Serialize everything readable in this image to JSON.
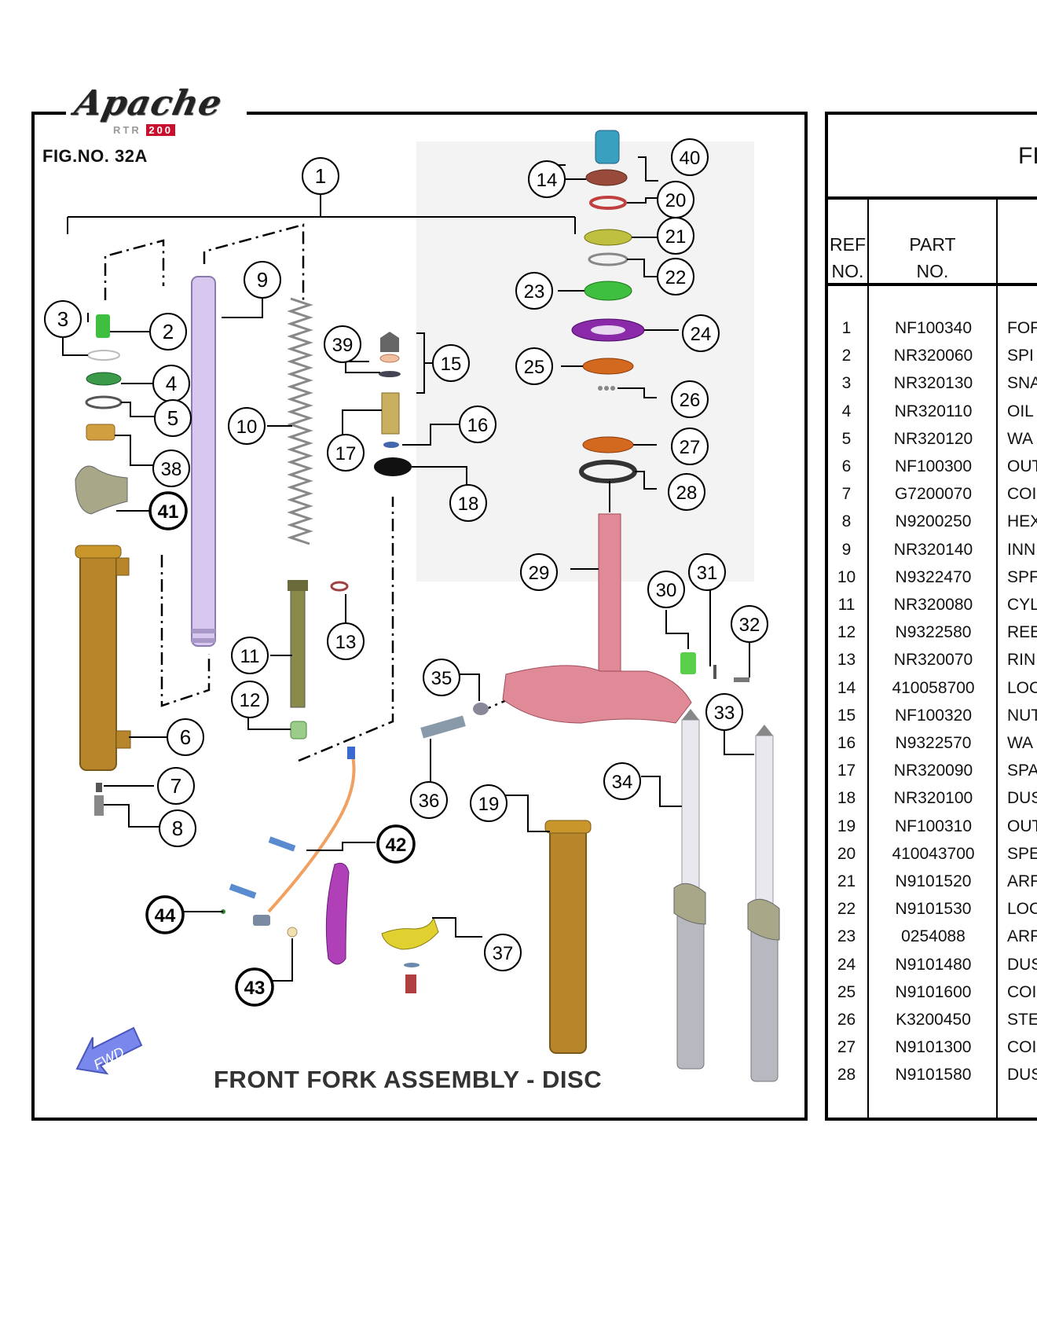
{
  "logo": {
    "brand": "Apache",
    "model": "RTR",
    "model_badge": "200"
  },
  "figure": {
    "number": "FIG.NO. 32A",
    "caption": "FRONT FORK ASSEMBLY - DISC",
    "fwd_label": "FWD",
    "callouts": [
      "1",
      "2",
      "3",
      "4",
      "5",
      "6",
      "7",
      "8",
      "9",
      "10",
      "11",
      "12",
      "13",
      "14",
      "15",
      "16",
      "17",
      "18",
      "19",
      "20",
      "21",
      "22",
      "23",
      "24",
      "25",
      "26",
      "27",
      "28",
      "29",
      "30",
      "31",
      "32",
      "33",
      "34",
      "35",
      "36",
      "37",
      "38",
      "39",
      "40",
      "41",
      "42",
      "43",
      "44"
    ]
  },
  "table": {
    "title": "FI",
    "headers": {
      "ref_line1": "REF",
      "ref_line2": "NO.",
      "part_line1": "PART",
      "part_line2": "NO."
    },
    "rows": [
      {
        "ref": "1",
        "part": "NF100340",
        "desc": "FOF"
      },
      {
        "ref": "2",
        "part": "NR320060",
        "desc": "SPI"
      },
      {
        "ref": "3",
        "part": "NR320130",
        "desc": "SNA"
      },
      {
        "ref": "4",
        "part": "NR320110",
        "desc": "OIL"
      },
      {
        "ref": "5",
        "part": "NR320120",
        "desc": "WA"
      },
      {
        "ref": "6",
        "part": "NF100300",
        "desc": "OUT"
      },
      {
        "ref": "7",
        "part": "G7200070",
        "desc": "COI"
      },
      {
        "ref": "8",
        "part": "N9200250",
        "desc": "HEX"
      },
      {
        "ref": "9",
        "part": "NR320140",
        "desc": "INN"
      },
      {
        "ref": "10",
        "part": "N9322470",
        "desc": "SPF"
      },
      {
        "ref": "11",
        "part": "NR320080",
        "desc": "CYL"
      },
      {
        "ref": "12",
        "part": "N9322580",
        "desc": "REE"
      },
      {
        "ref": "13",
        "part": "NR320070",
        "desc": "RIN"
      },
      {
        "ref": "14",
        "part": "410058700",
        "desc": "LOC"
      },
      {
        "ref": "15",
        "part": "NF100320",
        "desc": "NUT"
      },
      {
        "ref": "16",
        "part": "N9322570",
        "desc": "WA"
      },
      {
        "ref": "17",
        "part": "NR320090",
        "desc": "SPA"
      },
      {
        "ref": "18",
        "part": "NR320100",
        "desc": "DUS"
      },
      {
        "ref": "19",
        "part": "NF100310",
        "desc": "OUT"
      },
      {
        "ref": "20",
        "part": "410043700",
        "desc": "SPE"
      },
      {
        "ref": "21",
        "part": "N9101520",
        "desc": "ARF"
      },
      {
        "ref": "22",
        "part": "N9101530",
        "desc": "LOC"
      },
      {
        "ref": "23",
        "part": "0254088",
        "desc": "ARF"
      },
      {
        "ref": "24",
        "part": "N9101480",
        "desc": "DUS"
      },
      {
        "ref": "25",
        "part": "N9101600",
        "desc": "COI"
      },
      {
        "ref": "26",
        "part": "K3200450",
        "desc": "STE"
      },
      {
        "ref": "27",
        "part": "N9101300",
        "desc": "COI"
      },
      {
        "ref": "28",
        "part": "N9101580",
        "desc": "DUS"
      }
    ]
  },
  "colors": {
    "inner_tube": "#d8c8f0",
    "outer_tube": "#b8862a",
    "stem": "#e08a98",
    "green_parts": "#3fbf3f",
    "purple_seal": "#8a2aa8",
    "orange_seal": "#d2691e",
    "fork_silver": "#b8b8c0",
    "fwd_arrow": "#7a88ee"
  }
}
